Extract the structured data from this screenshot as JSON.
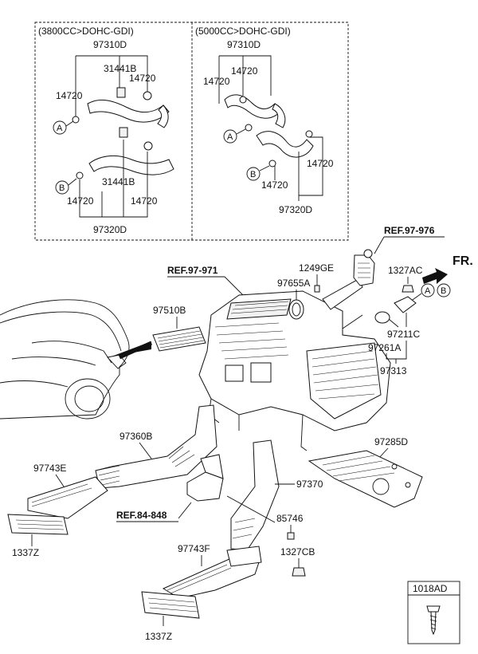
{
  "inset_left": {
    "title": "(3800CC>DOHC-GDI)",
    "hose_upper": "97310D",
    "hose_lower": "97320D",
    "fitting_upper": "31441B",
    "fitting_lower": "31441B",
    "clamp_a": "14720",
    "clamp_b": "14720",
    "clamp_c": "14720",
    "clamp_d": "14720",
    "marker_a": "A",
    "marker_b": "B"
  },
  "inset_right": {
    "title": "(5000CC>DOHC-GDI)",
    "hose_upper": "97310D",
    "hose_lower": "97320D",
    "clamp_a": "14720",
    "clamp_b": "14720",
    "clamp_c": "14720",
    "clamp_d": "14720",
    "marker_a": "A",
    "marker_b": "B"
  },
  "refs": {
    "ref_1": "REF.97-976",
    "ref_2": "REF.97-971",
    "ref_3": "REF.84-848"
  },
  "direction": {
    "label": "FR."
  },
  "parts": {
    "p1249GE": "1249GE",
    "p97655A": "97655A",
    "p1327AC": "1327AC",
    "marker_a": "A",
    "marker_b": "B",
    "p97510B": "97510B",
    "p97211C": "97211C",
    "p97261A": "97261A",
    "p97313": "97313",
    "p97285D": "97285D",
    "p97360B": "97360B",
    "p97743E": "97743E",
    "p97370": "97370",
    "p85746": "85746",
    "p1327CB": "1327CB",
    "p97743F": "97743F",
    "p1337Z_left": "1337Z",
    "p1337Z_bottom": "1337Z"
  },
  "legend_box": {
    "label": "1018AD"
  }
}
